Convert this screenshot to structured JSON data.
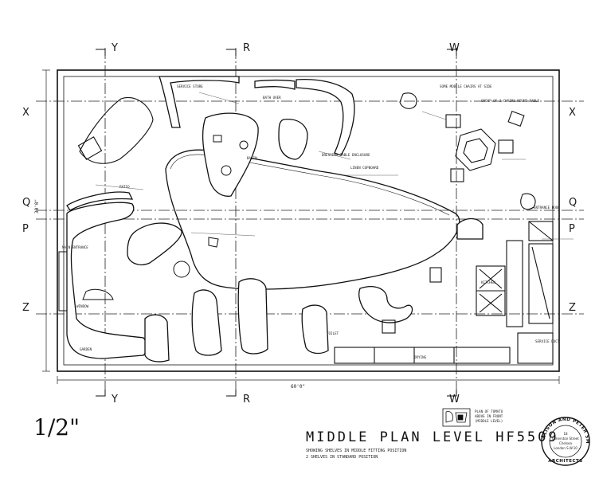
{
  "drawing": {
    "title": "MIDDLE PLAN LEVEL HF5509",
    "scale": "1/2\"",
    "subnote_1": "SHOWING SHELVES IN MIDDLE FITTING POSITION",
    "subnote_2": "2 SHELVES IN STANDARD POSITION",
    "key_note_1": "PLAN OF TOMATO",
    "key_note_2": "ABOVE IN FRONT",
    "key_note_3": "(MIDDLE LEVEL)",
    "width_dimension": "60'0\"",
    "depth_dimension": "30'0\""
  },
  "grid_axes": {
    "vertical": [
      "Y",
      "R",
      "W"
    ],
    "horizontal": [
      "X",
      "Q",
      "P",
      "Z"
    ]
  },
  "seal": {
    "ring_text": "ALISON AND PETER SMITHSON",
    "bottom_text": "ARCHITECTS",
    "address_1": "18",
    "address_2": "Limerston Street",
    "address_3": "Chelsea",
    "address_4": "London S.W.10"
  },
  "notes": {
    "n1": "SOME MOBILE CHAIRS AT SIDE",
    "n2": "GROUP OF 3 CHAIRS ROUND TABLE",
    "n3": "SERVICE STORE",
    "n4": "BATH OVER",
    "n5": "DRESSING TABLE ENCLOSURE",
    "n6": "BASIN",
    "n7": "LINEN CUPBOARD",
    "n8": "KITCHEN",
    "n9": "ENTRANCE DOOR",
    "n10": "MAIN ENTRANCE",
    "n11": "WINDOW",
    "n12": "DRYING",
    "n13": "GARDEN",
    "n14": "PATIO",
    "n15": "TOILET",
    "n16": "SERVICE DUCT"
  }
}
